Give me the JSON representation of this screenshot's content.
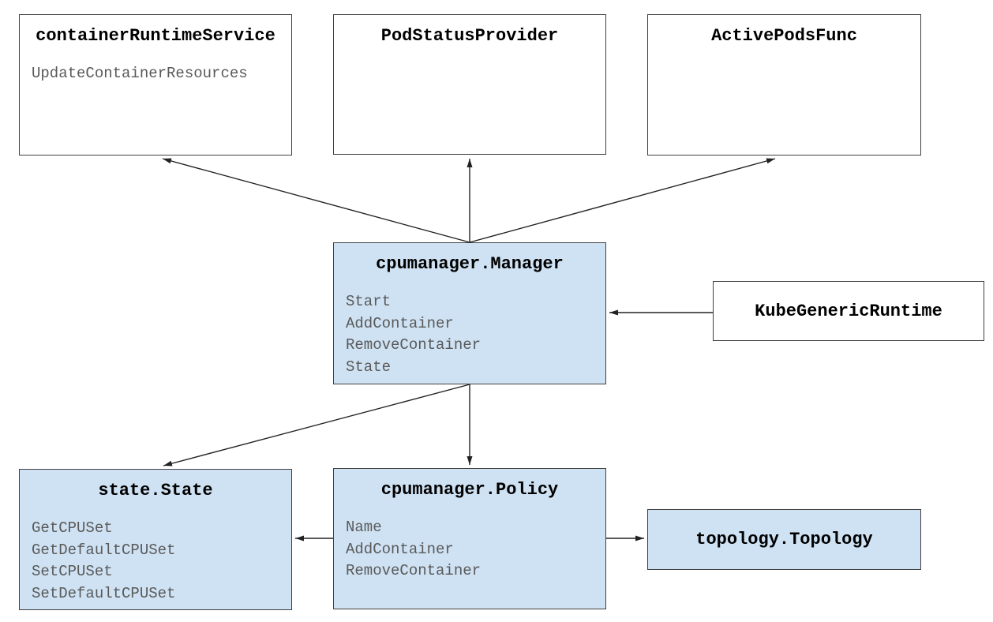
{
  "diagram": {
    "description": "Kubernetes CPU Manager architecture diagram",
    "colors": {
      "background": "#ffffff",
      "node_fill_blue": "#cfe2f3",
      "node_fill_white": "#ffffff",
      "node_border": "#404040",
      "arrow": "#222222",
      "title_text": "#000000",
      "method_text": "#595959"
    },
    "nodes": [
      {
        "id": "container-runtime-service",
        "title": "containerRuntimeService",
        "methods": [
          "UpdateContainerResources"
        ],
        "fill": "#ffffff"
      },
      {
        "id": "pod-status-provider",
        "title": "PodStatusProvider",
        "methods": [],
        "fill": "#ffffff"
      },
      {
        "id": "active-pods-func",
        "title": "ActivePodsFunc",
        "methods": [],
        "fill": "#ffffff"
      },
      {
        "id": "cpumanager-manager",
        "title": "cpumanager.Manager",
        "methods": [
          "Start",
          "AddContainer",
          "RemoveContainer",
          "State"
        ],
        "fill": "#cfe2f3"
      },
      {
        "id": "kube-generic-runtime",
        "title": "KubeGenericRuntime",
        "methods": [],
        "fill": "#ffffff"
      },
      {
        "id": "state-state",
        "title": "state.State",
        "methods": [
          "GetCPUSet",
          "GetDefaultCPUSet",
          "SetCPUSet",
          "SetDefaultCPUSet"
        ],
        "fill": "#cfe2f3"
      },
      {
        "id": "cpumanager-policy",
        "title": "cpumanager.Policy",
        "methods": [
          "Name",
          "AddContainer",
          "RemoveContainer"
        ],
        "fill": "#cfe2f3"
      },
      {
        "id": "topology-topology",
        "title": "topology.Topology",
        "methods": [],
        "fill": "#cfe2f3"
      }
    ],
    "edges": [
      {
        "from": "cpumanager-manager",
        "to": "container-runtime-service"
      },
      {
        "from": "cpumanager-manager",
        "to": "pod-status-provider"
      },
      {
        "from": "cpumanager-manager",
        "to": "active-pods-func"
      },
      {
        "from": "kube-generic-runtime",
        "to": "cpumanager-manager"
      },
      {
        "from": "cpumanager-manager",
        "to": "cpumanager-policy"
      },
      {
        "from": "cpumanager-manager",
        "to": "state-state"
      },
      {
        "from": "cpumanager-policy",
        "to": "state-state"
      },
      {
        "from": "cpumanager-policy",
        "to": "topology-topology"
      }
    ]
  }
}
